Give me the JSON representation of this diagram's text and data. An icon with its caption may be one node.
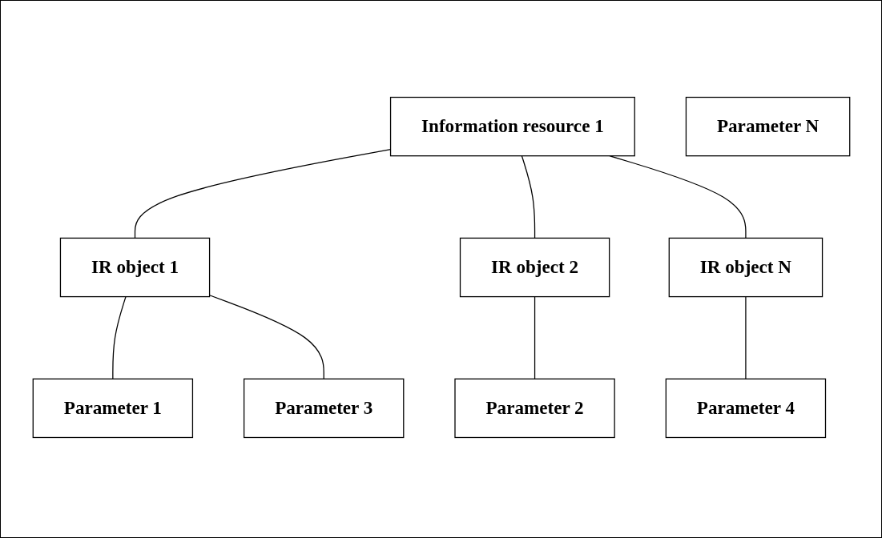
{
  "diagram": {
    "nodes": [
      {
        "text": [
          "Information resource  1"
        ]
      },
      {
        "text": [
          "IR object 1"
        ]
      },
      {
        "text": [
          "IR object 2"
        ]
      },
      {
        "text": [
          "IR object N"
        ]
      },
      {
        "text": [
          "Parameter 1"
        ]
      },
      {
        "text": [
          "Parameter 2"
        ]
      },
      {
        "text": [
          "Parameter 3"
        ]
      },
      {
        "text": [
          "Parameter 4"
        ]
      },
      {
        "text": [
          "Parameter N"
        ]
      }
    ],
    "edges": [
      {
        "from": 0,
        "to": 1,
        "arrow": "none"
      },
      {
        "from": 0,
        "to": 2,
        "arrow": "none"
      },
      {
        "from": 0,
        "to": 3,
        "arrow": "none"
      },
      {
        "from": 1,
        "to": 4,
        "arrow": "none"
      },
      {
        "from": 1,
        "to": 6,
        "arrow": "none"
      },
      {
        "from": 2,
        "to": 5,
        "arrow": "none"
      },
      {
        "from": 3,
        "to": 7,
        "arrow": "none"
      }
    ]
  }
}
